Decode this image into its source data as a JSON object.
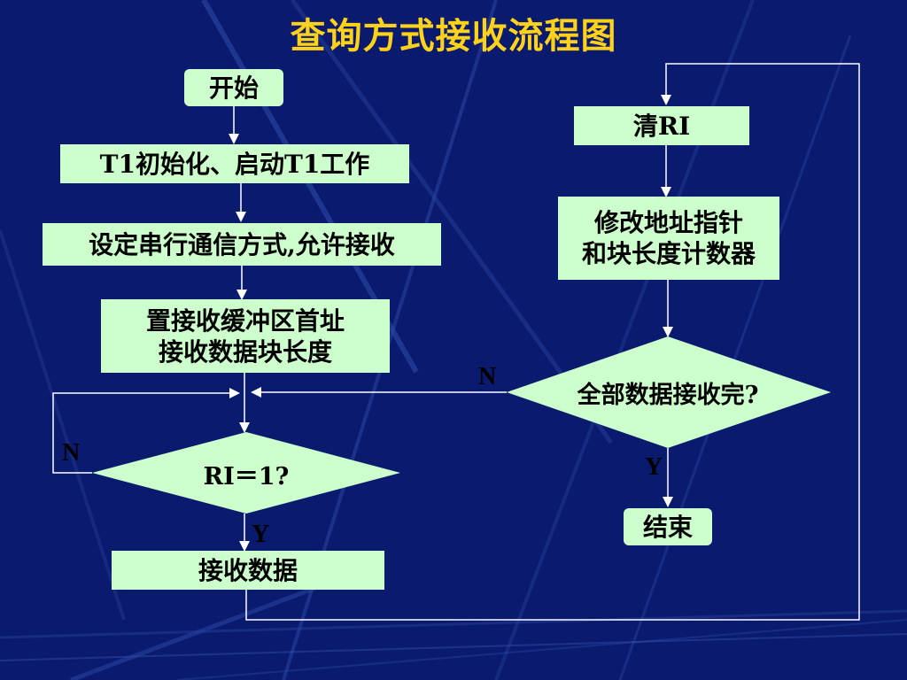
{
  "title": "查询方式接收流程图",
  "left_flow": {
    "start": "开始",
    "init": "T1初始化、启动T1工作",
    "serial": "设定串行通信方式,允许接收",
    "buffer": "置接收缓冲区首址\n接收数据块长度",
    "decision": "RI＝1?",
    "receive": "接收数据",
    "decision_no": "N",
    "decision_yes": "Y"
  },
  "right_flow": {
    "clear": "清RI",
    "modify": "修改地址指针\n和块长度计数器",
    "decision": "全部数据接收完?",
    "end": "结束",
    "decision_no": "N",
    "decision_yes": "Y"
  },
  "colors": {
    "background": "#0a1a6e",
    "title": "#ffd21a",
    "box_fill": "#ccffcc",
    "connector": "#ffffff"
  }
}
